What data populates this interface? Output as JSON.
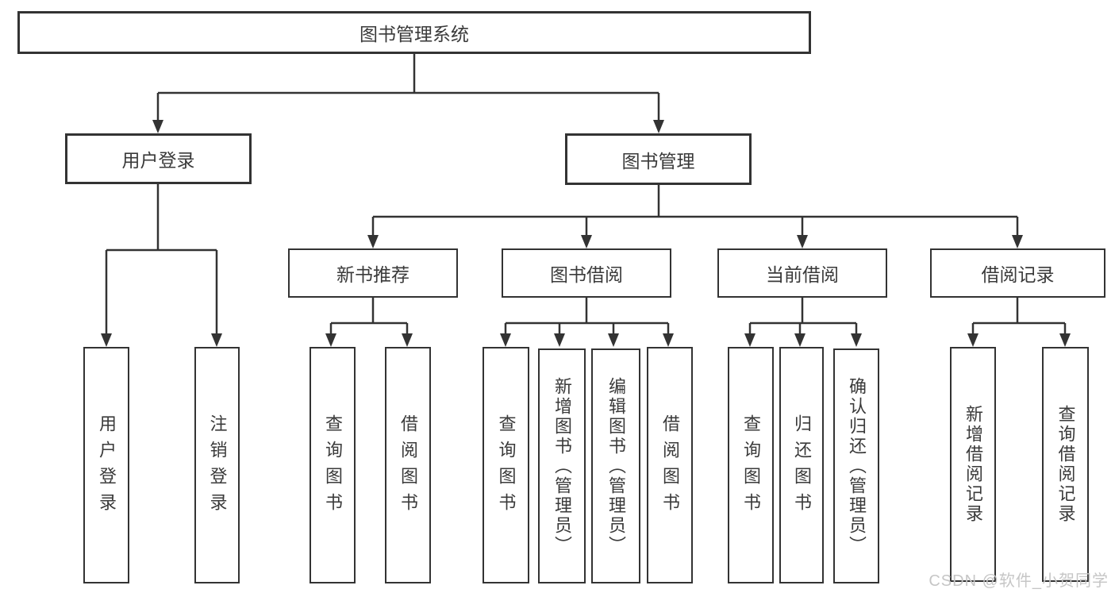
{
  "diagram": {
    "title_node": {
      "label": "图书管理系统"
    },
    "level2": [
      {
        "label": "用户登录"
      },
      {
        "label": "图书管理"
      }
    ],
    "level3": [
      {
        "label": "新书推荐"
      },
      {
        "label": "图书借阅"
      },
      {
        "label": "当前借阅"
      },
      {
        "label": "借阅记录"
      }
    ],
    "leaves": {
      "user_login": [
        {
          "label": "用户登录"
        },
        {
          "label": "注销登录"
        }
      ],
      "new_books": [
        {
          "label": "查询图书"
        },
        {
          "label": "借阅图书"
        }
      ],
      "book_borrow": [
        {
          "label": "查询图书"
        },
        {
          "label": "新增图书（管理员）"
        },
        {
          "label": "编辑图书（管理员）"
        },
        {
          "label": "借阅图书"
        }
      ],
      "current_borrow": [
        {
          "label": "查询图书"
        },
        {
          "label": "归还图书"
        },
        {
          "label": "确认归还（管理员）"
        }
      ],
      "borrow_records": [
        {
          "label": "新增借阅记录"
        },
        {
          "label": "查询借阅记录"
        }
      ]
    },
    "watermark": "CSDN @软件_小贺同学",
    "colors": {
      "line": "#333333",
      "text": "#3a3a3a",
      "watermark": "#c6c6c6",
      "background": "#ffffff"
    }
  }
}
